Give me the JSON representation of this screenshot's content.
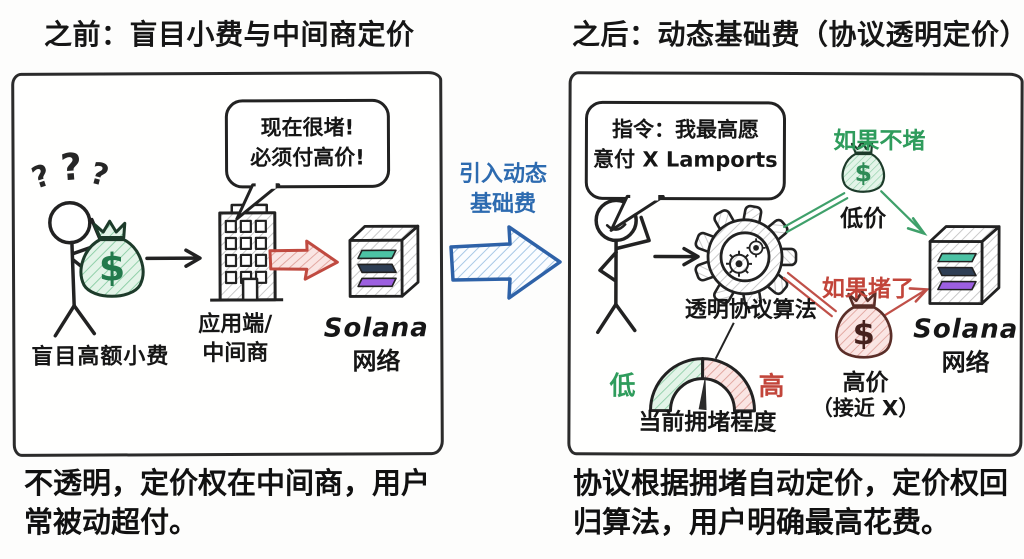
{
  "titles": {
    "before": "之前：盲目小费与中间商定价",
    "after": "之后：动态基础费（协议透明定价）"
  },
  "transition": {
    "line1": "引入动态",
    "line2": "基础费"
  },
  "before_panel": {
    "question_marks": [
      "?",
      "?",
      "?"
    ],
    "bubble_line1": "现在很堵!",
    "bubble_line2": "必须付高价!",
    "money_symbol": "$",
    "user_caption": "盲目高额小费",
    "middleman_line1": "应用端/",
    "middleman_line2": "中间商",
    "network_line1": "Solana",
    "network_line2": "网络"
  },
  "after_panel": {
    "bubble_line1": "指令：我最高愿",
    "bubble_line2": "意付 X Lamports",
    "algorithm_label": "透明协议算法",
    "uncongested_label": "如果不堵",
    "low_price_label": "低价",
    "congested_label": "如果堵了",
    "high_price_label": "高价",
    "high_price_note": "（接近 X）",
    "money_symbol": "$",
    "gauge_low": "低",
    "gauge_high": "高",
    "gauge_caption": "当前拥堵程度",
    "network_line1": "Solana",
    "network_line2": "网络"
  },
  "footers": {
    "before_line1": "不透明，定价权在中间商，用户",
    "before_line2": "常被动超付。",
    "after_line1": "协议根据拥堵自动定价，定价权回",
    "after_line2": "归算法，用户明确最高花费。"
  },
  "colors": {
    "ink": "#1e1e1e",
    "blue": "#2d6bb0",
    "green": "#2f9c5c",
    "red": "#c2453a",
    "bag_green_fill": "#e3f4e8",
    "bag_red_fill": "#fae5e3",
    "solana_teal": "#4cc2a4",
    "solana_dark": "#2e3e54",
    "solana_purple": "#9c5fe0"
  }
}
